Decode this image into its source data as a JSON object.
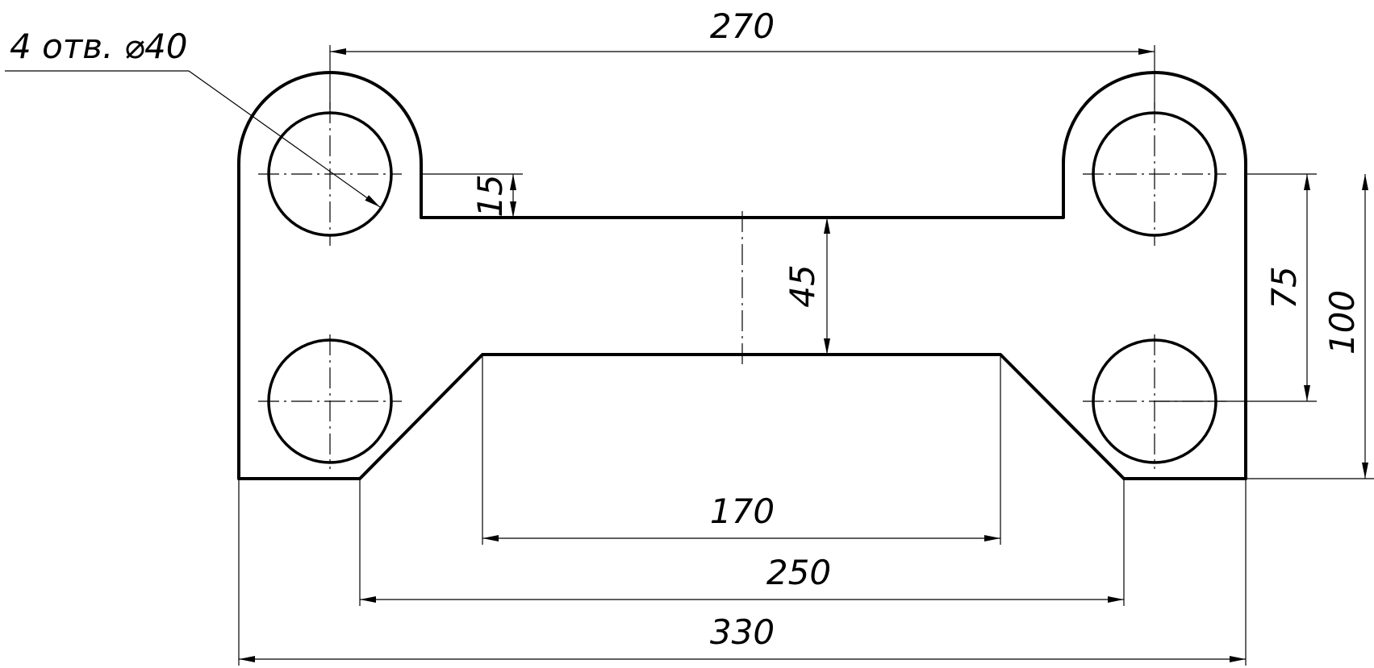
{
  "labels": {
    "holes_note": "4 отв. ⌀40",
    "dim_hole_spacing": "270",
    "dim_notch_depth": "15",
    "dim_web_height": "45",
    "dim_inner_offset": "75",
    "dim_overall_height": "100",
    "dim_slot_top": "170",
    "dim_slot_bottom": "250",
    "dim_overall_width": "330"
  }
}
